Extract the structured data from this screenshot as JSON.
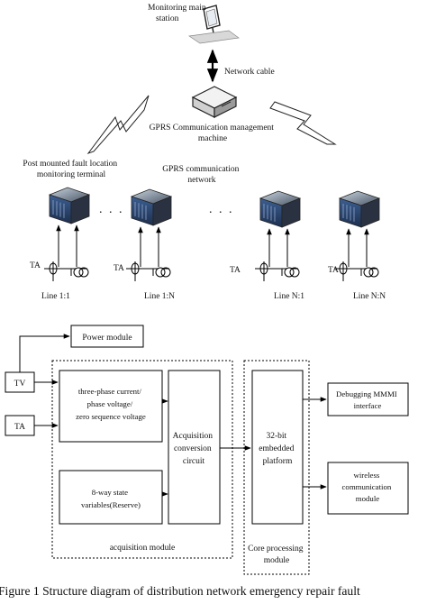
{
  "top": {
    "monitoring_station": [
      "Monitoring main",
      "station"
    ],
    "network_cable": "Network cable",
    "gprs_machine": [
      "GPRS Communication management",
      "machine"
    ],
    "terminal_label": [
      "Post mounted fault location",
      "monitoring terminal"
    ],
    "gprs_network": [
      "GPRS communication",
      "network"
    ],
    "ta": "TA",
    "lines": [
      "Line 1:1",
      "Line 1:N",
      "Line N:1",
      "Line N:N"
    ],
    "ellipsis": ". . ."
  },
  "bottom": {
    "power_module": "Power module",
    "tv": "TV",
    "ta": "TA",
    "three_phase": [
      "three-phase current/",
      "phase voltage/",
      "zero sequence voltage"
    ],
    "eight_way": [
      "8-way state",
      "variables(Reserve)"
    ],
    "acquisition_circuit": [
      "Acquisition",
      "conversion",
      "circuit"
    ],
    "embedded_platform": [
      "32-bit",
      "embedded",
      "platform"
    ],
    "debug": [
      "Debugging MMMI",
      "interface"
    ],
    "wireless": [
      "wireless",
      "communication",
      "module"
    ],
    "acquisition_module": "acquisition module",
    "core_module": [
      "Core processing",
      "module"
    ]
  },
  "caption": "Figure 1 Structure diagram of distribution network emergency repair fault"
}
